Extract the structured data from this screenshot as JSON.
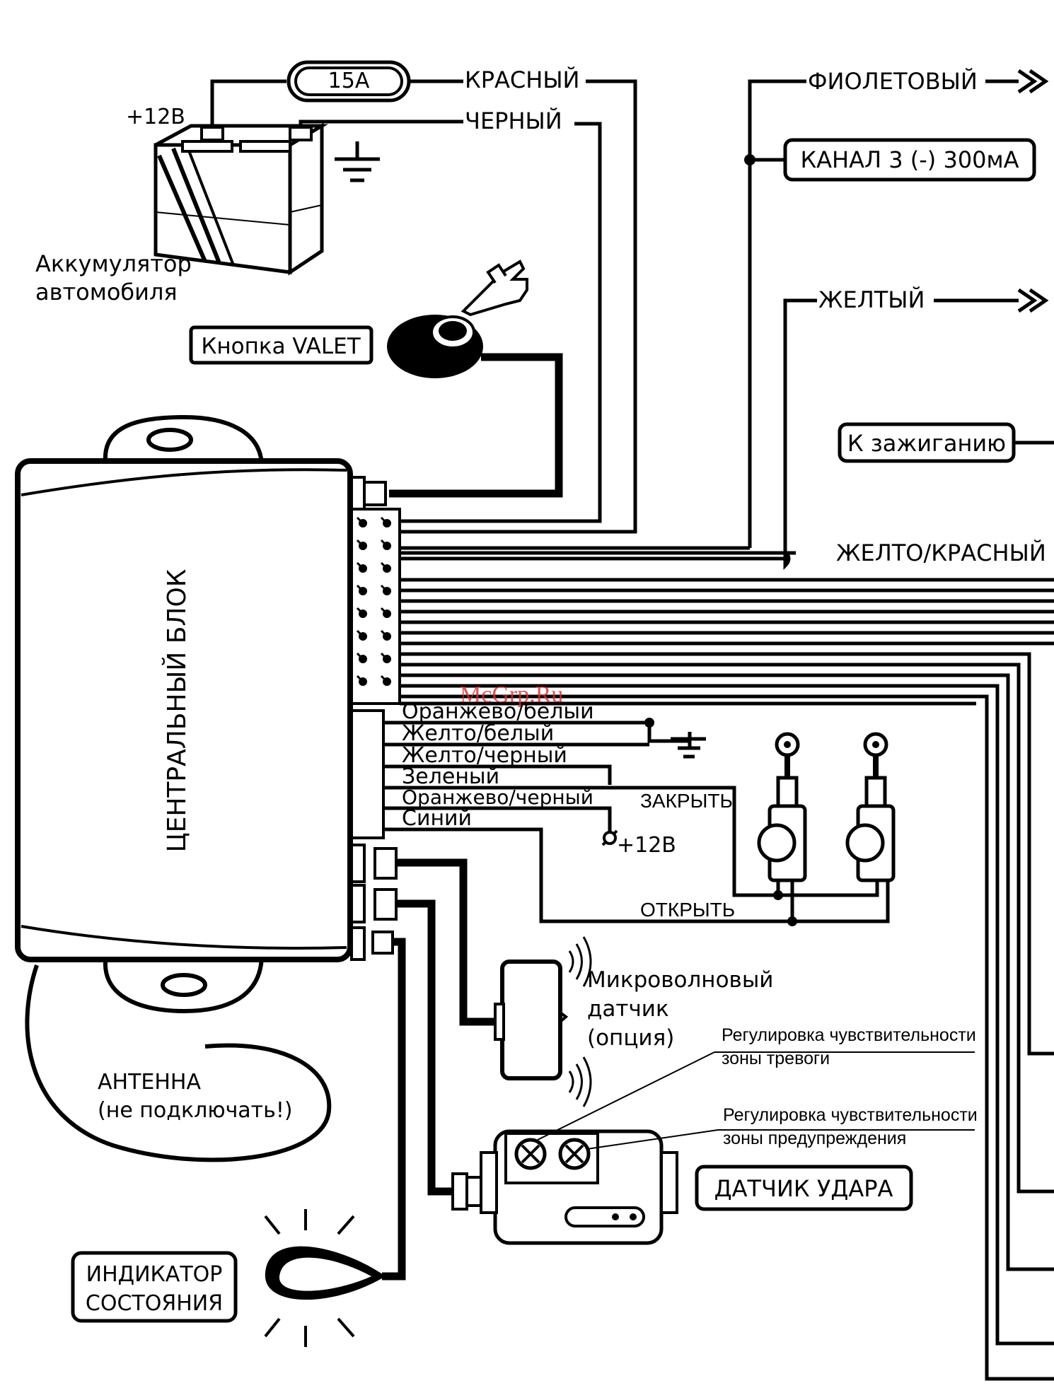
{
  "colors": {
    "ink": "#000000",
    "background": "#ffffff",
    "watermark": "#d23030"
  },
  "fuse": {
    "rating": "15A"
  },
  "battery": {
    "plus_label": "+12В",
    "caption_line1": "Аккумулятор",
    "caption_line2": "автомобиля"
  },
  "top_wires": {
    "red": "КРАСНЫЙ",
    "black": "ЧЕРНЫЙ"
  },
  "right_wires": {
    "violet": "ФИОЛЕТОВЫЙ",
    "channel3": "КАНАЛ 3 (-) 300мА",
    "yellow": "ЖЕЛТЫЙ",
    "ignition": "К зажиганию",
    "yellow_red": "ЖЕЛТО/КРАСНЫЙ"
  },
  "valet": {
    "label": "Кнопка VALET"
  },
  "central_unit": {
    "label": "ЦЕНТРАЛЬНЫЙ БЛОК"
  },
  "lock_wires": [
    "Оранжево/белый",
    "Желто/белый",
    "Желто/черный",
    "Зеленый",
    "Оранжево/черный",
    "Синий"
  ],
  "locks": {
    "close": "ЗАКРЫТЬ",
    "open": "ОТКРЫТЬ",
    "plus12": "+12В"
  },
  "microwave": {
    "line1": "Микроволновый",
    "line2": "датчик",
    "line3": "(опция)"
  },
  "antenna": {
    "line1": "АНТЕННА",
    "line2": "(не подключать!)"
  },
  "shock_sensor": {
    "label": "ДАТЧИК УДАРА",
    "adj_alarm_1": "Регулировка чувствительности",
    "adj_alarm_2": "зоны тревоги",
    "adj_warn_1": "Регулировка чувствительности",
    "adj_warn_2": "зоны предупреждения"
  },
  "indicator": {
    "line1": "ИНДИКАТОР",
    "line2": "СОСТОЯНИЯ"
  },
  "watermark": "McGrp.Ru",
  "icons": {
    "ground": "ground-icon",
    "hand": "pointing-hand-icon",
    "arrow": "double-chevron-arrow-icon",
    "led": "led-indicator-icon"
  }
}
